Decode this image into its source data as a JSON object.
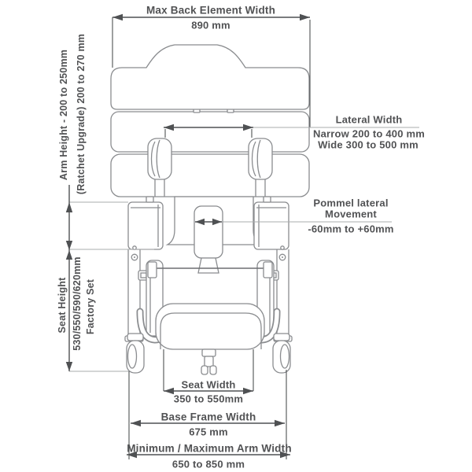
{
  "diagram": {
    "subject": "shower-chair-front-view-dimensions",
    "colors": {
      "background": "#ffffff",
      "chair_line": "#8a8c8f",
      "dimension_line": "#4f5153",
      "reference_line": "#aaacae",
      "text": "#515254"
    },
    "dims": {
      "back_width": {
        "label": "Max Back Element Width",
        "value": "890 mm"
      },
      "lateral": {
        "label": "Lateral Width",
        "narrow": "Narrow 200 to 400 mm",
        "wide": "Wide 300 to 500 mm"
      },
      "pommel": {
        "label1": "Pommel lateral",
        "label2": "Movement",
        "value": "-60mm to +60mm"
      },
      "arm_height": {
        "line1": "Arm Height - 200 to 250mm",
        "line2": "(Ratchet Upgrade) 200 to 270 mm"
      },
      "seat_height": {
        "label": "Seat Height",
        "values": "530/550/590/620mm",
        "note": "Factory Set"
      },
      "seat_width": {
        "label": "Seat Width",
        "value": "350 to 550mm"
      },
      "base_frame": {
        "label": "Base Frame Width",
        "value": "675 mm"
      },
      "arm_width": {
        "label": "Minimum / Maximum Arm Width",
        "value": "650 to 850 mm"
      }
    }
  }
}
